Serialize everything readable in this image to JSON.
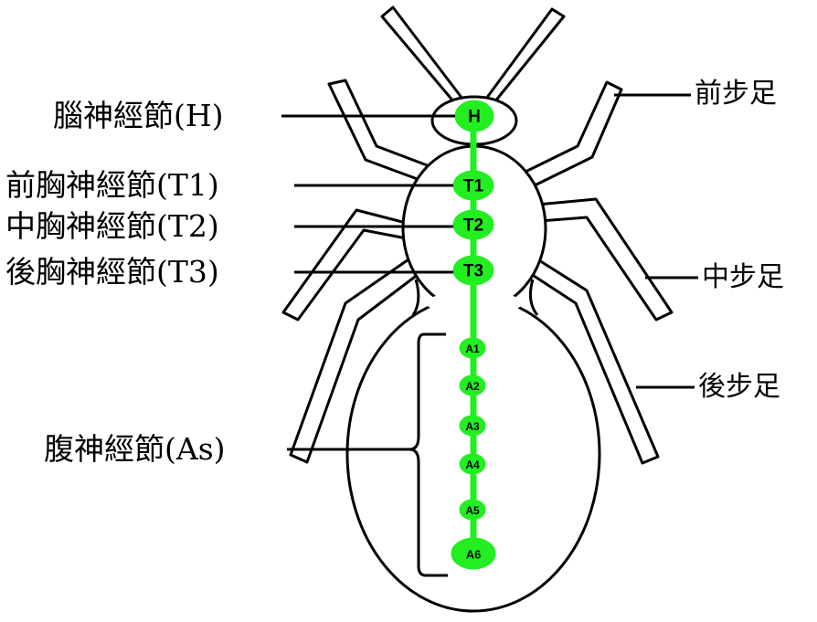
{
  "labels": {
    "brain": "腦神經節(H)",
    "pro_thorax": "前胸神經節(T1)",
    "meso_thorax": "中胸神經節(T2)",
    "meta_thorax": "後胸神經節(T3)",
    "abdominal": "腹神經節(As)",
    "fore_leg": "前步足",
    "mid_leg": "中步足",
    "hind_leg": "後步足"
  },
  "ganglia": [
    "H",
    "T1",
    "T2",
    "T3",
    "A1",
    "A2",
    "A3",
    "A4",
    "A5",
    "A6"
  ],
  "colors": {
    "nerve_green": "#22ee22",
    "outline": "#000000",
    "body_fill": "#ffffff"
  }
}
